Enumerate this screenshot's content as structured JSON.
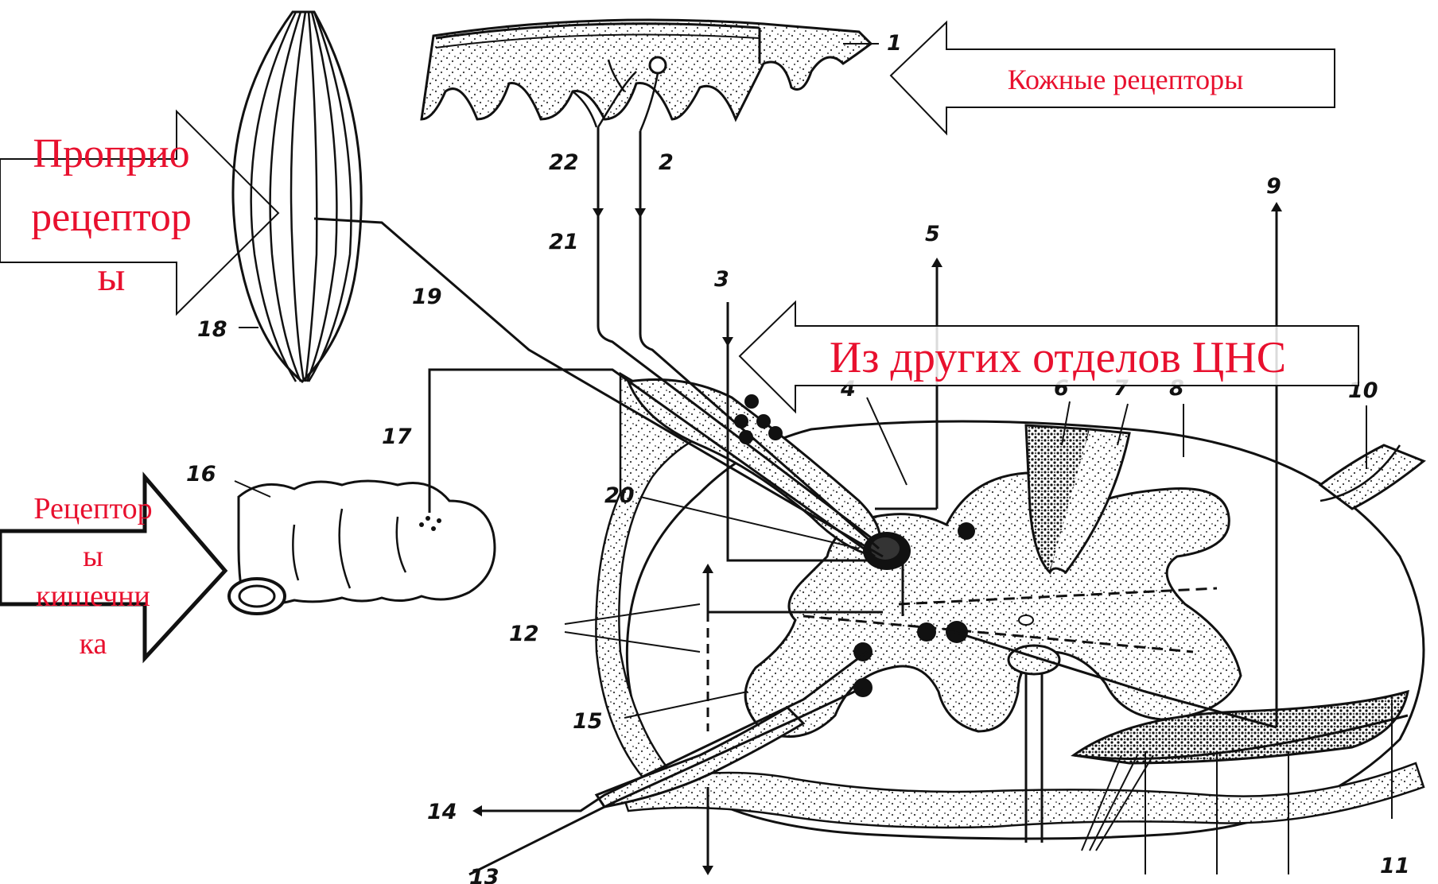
{
  "callouts": {
    "skin": "Кожные рецепторы",
    "proprio": [
      "Проприо",
      "рецептор",
      "ы"
    ],
    "cns": "Из других отделов ЦНС",
    "gut": [
      "Рецептор",
      "ы",
      "кишечни",
      "ка"
    ]
  },
  "labels": {
    "n1": "1",
    "n2": "2",
    "n3": "3",
    "n4": "4",
    "n5": "5",
    "n6": "6",
    "n7": "7",
    "n8": "8",
    "n9": "9",
    "n10": "10",
    "n11": "11",
    "n12": "12",
    "n13": "13",
    "n14": "14",
    "n15": "15",
    "n16": "16",
    "n17": "17",
    "n18": "18",
    "n19": "19",
    "n20": "20",
    "n21": "21",
    "n22": "22"
  },
  "colors": {
    "caption_red": "#e8102e",
    "ink": "#111111"
  }
}
